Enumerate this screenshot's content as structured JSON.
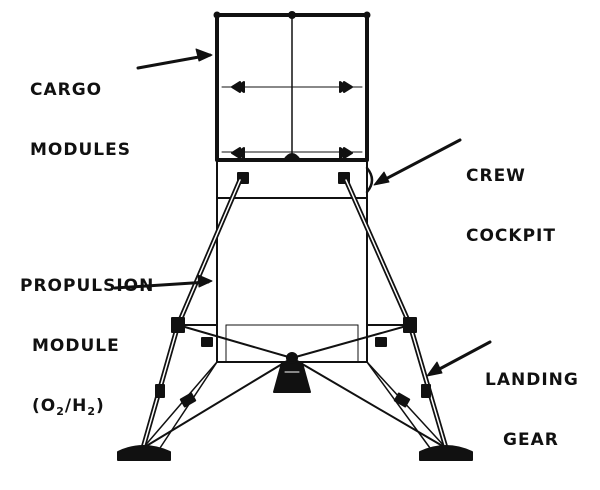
{
  "labels": {
    "cargo": [
      "CARGO",
      "MODULES"
    ],
    "crew": [
      "CREW",
      "COCKPIT"
    ],
    "propulsion": [
      "PROPULSION",
      "MODULE"
    ],
    "formula": {
      "open": "(O",
      "sub1": "2",
      "mid": "/H",
      "sub2": "2",
      "close": ")"
    },
    "landing": [
      "LANDING",
      "GEAR"
    ]
  },
  "colors": {
    "ink": "#111111",
    "paper": "#ffffff"
  }
}
